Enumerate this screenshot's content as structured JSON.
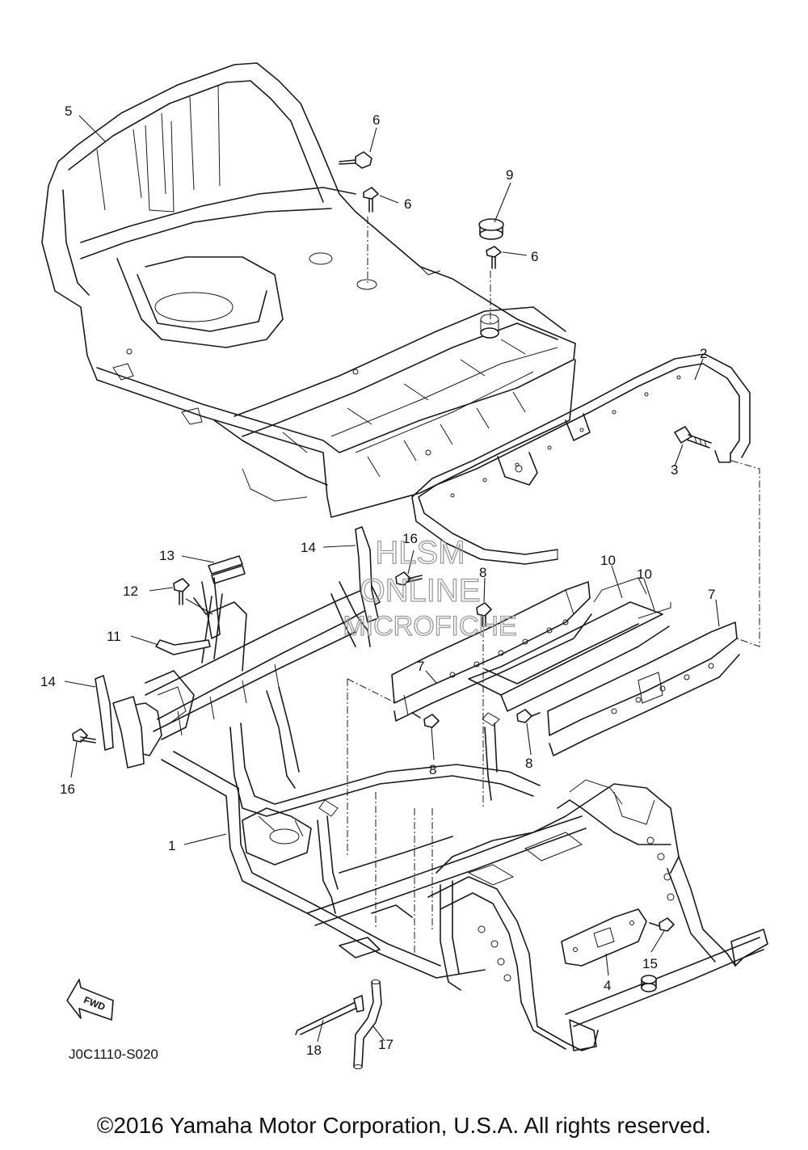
{
  "diagram": {
    "callouts": [
      {
        "id": "c1",
        "label": "1"
      },
      {
        "id": "c2",
        "label": "2"
      },
      {
        "id": "c3",
        "label": "3"
      },
      {
        "id": "c4",
        "label": "4"
      },
      {
        "id": "c5",
        "label": "5"
      },
      {
        "id": "c6a",
        "label": "6"
      },
      {
        "id": "c6b",
        "label": "6"
      },
      {
        "id": "c6c",
        "label": "6"
      },
      {
        "id": "c7a",
        "label": "7"
      },
      {
        "id": "c7b",
        "label": "7"
      },
      {
        "id": "c8a",
        "label": "8"
      },
      {
        "id": "c8b",
        "label": "8"
      },
      {
        "id": "c8c",
        "label": "8"
      },
      {
        "id": "c9",
        "label": "9"
      },
      {
        "id": "c10a",
        "label": "10"
      },
      {
        "id": "c10b",
        "label": "10"
      },
      {
        "id": "c11",
        "label": "11"
      },
      {
        "id": "c12",
        "label": "12"
      },
      {
        "id": "c13",
        "label": "13"
      },
      {
        "id": "c14a",
        "label": "14"
      },
      {
        "id": "c14b",
        "label": "14"
      },
      {
        "id": "c15",
        "label": "15"
      },
      {
        "id": "c16a",
        "label": "16"
      },
      {
        "id": "c16b",
        "label": "16"
      },
      {
        "id": "c17",
        "label": "17"
      },
      {
        "id": "c18",
        "label": "18"
      }
    ],
    "fwd_label": "FWD",
    "diagram_code": "J0C1110-S020",
    "watermark": {
      "line1": "HLSM",
      "line2": "ONLINE",
      "line3": "MICROFICHE"
    }
  },
  "footer": {
    "copyright": "©2016 Yamaha Motor Corporation, U.S.A. All rights reserved."
  }
}
